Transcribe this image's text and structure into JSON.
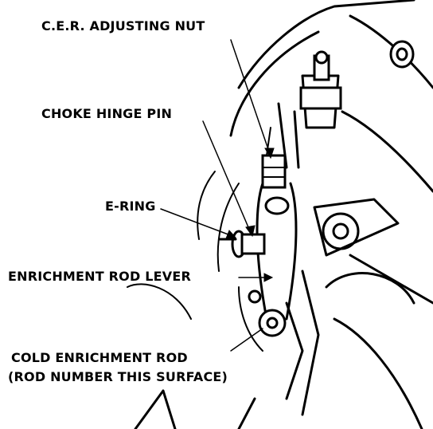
{
  "labels": {
    "cer_adjusting_nut": "C.E.R. ADJUSTING NUT",
    "choke_hinge_pin": "CHOKE HINGE PIN",
    "e_ring": "E-RING",
    "enrichment_rod_lever": "ENRICHMENT ROD LEVER",
    "cold_enrichment_rod_line1": "COLD ENRICHMENT ROD",
    "cold_enrichment_rod_line2": "(ROD NUMBER THIS SURFACE)"
  },
  "colors": {
    "ink": "#000000",
    "paper": "#ffffff"
  }
}
